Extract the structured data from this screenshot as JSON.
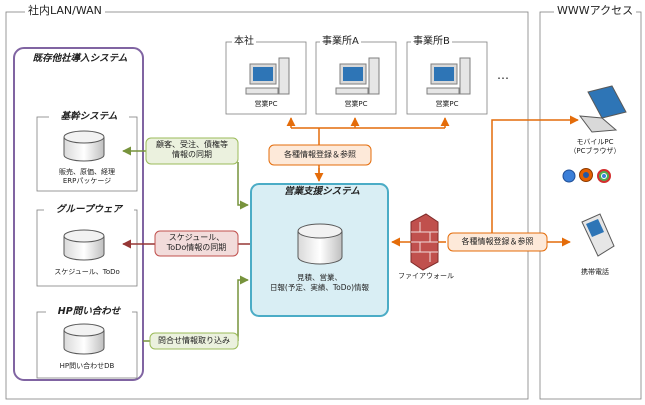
{
  "regions": {
    "lan_title": "社内LAN/WAN",
    "www_title": "WWWアクセス"
  },
  "existing": {
    "title": "既存他社導入システム",
    "systems": [
      {
        "title": "基幹システム",
        "caption_lines": [
          "販売、原価、経理",
          "ERPパッケージ"
        ]
      },
      {
        "title": "グループウェア",
        "caption_lines": [
          "スケジュール、ToDo"
        ]
      },
      {
        "title": "HP問い合わせ",
        "caption_lines": [
          "HP問い合わせDB"
        ]
      }
    ]
  },
  "offices": [
    {
      "title": "本社",
      "pc_label": "営業PC"
    },
    {
      "title": "事業所A",
      "pc_label": "営業PC"
    },
    {
      "title": "事業所B",
      "pc_label": "営業PC"
    }
  ],
  "offices_more": "…",
  "sales_system": {
    "title": "営業支援システム",
    "caption_lines": [
      "見積、営業、",
      "日報(予定、実績、ToDo)情報"
    ]
  },
  "tags": {
    "sync_core": [
      "顧客、受注、債権等",
      "情報の同期"
    ],
    "sync_groupware": [
      "スケジュール、",
      "ToDo情報の同期"
    ],
    "import_inquiry": "問合せ情報取り込み",
    "register_lan": "各種情報登録＆参照",
    "register_www": "各種情報登録＆参照"
  },
  "firewall_label": "ファイアウォール",
  "mobile_pc": {
    "label_lines": [
      "モバイルPC",
      "（PCブラウザ）"
    ]
  },
  "cellphone": {
    "label": "携帯電話"
  },
  "colors": {
    "purple": "#8064a2",
    "teal": "#4bacc6",
    "sales_fill": "#d9eef4",
    "green_fill": "#ebf1de",
    "green_line": "#9bbb59",
    "red_fill": "#f2dcdb",
    "red_line": "#c0504d",
    "orange_fill": "#fde9d9",
    "orange_line": "#e46c0a",
    "brick": "#c0504d"
  }
}
